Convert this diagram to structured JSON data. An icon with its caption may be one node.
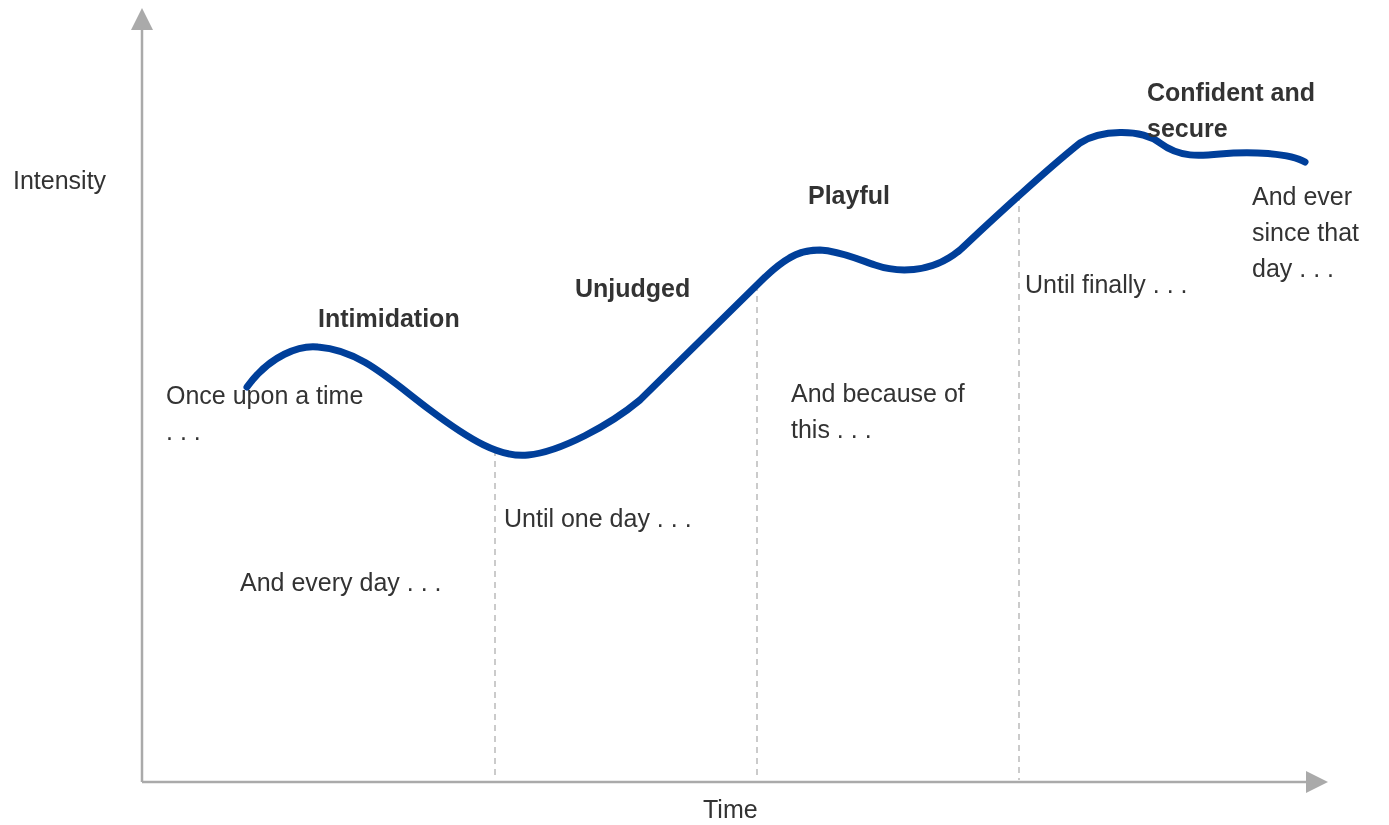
{
  "diagram": {
    "labels": [
      "Intensity",
      "Confident and secure",
      "And ever since that day . . .",
      "Playful",
      "Until finally . . .",
      "Unjudged",
      "Intimidation",
      "And because of this . . .",
      "Once upon a time . . .",
      "Until one day . . .",
      "And every day . . .",
      "Time"
    ]
  }
}
